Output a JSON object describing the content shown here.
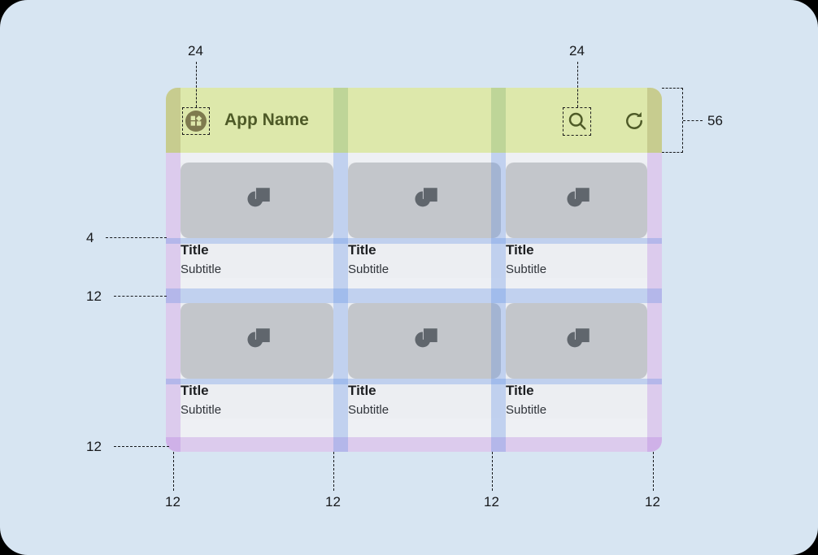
{
  "page": {
    "background": "#d7e5f2",
    "title": "Material grid spacing spec"
  },
  "appbar": {
    "background": "#dde8ab",
    "foreground": "#4e5a27",
    "title": "App Name",
    "menu_icon": "widgets-icon",
    "actions": [
      {
        "name": "search-icon",
        "label": "Search"
      },
      {
        "name": "refresh-icon",
        "label": "Refresh"
      }
    ]
  },
  "cards": [
    {
      "title": "Title",
      "subtitle": "Subtitle"
    },
    {
      "title": "Title",
      "subtitle": "Subtitle"
    },
    {
      "title": "Title",
      "subtitle": "Subtitle"
    },
    {
      "title": "Title",
      "subtitle": "Subtitle"
    },
    {
      "title": "Title",
      "subtitle": "Subtitle"
    },
    {
      "title": "Title",
      "subtitle": "Subtitle"
    }
  ],
  "annotations": {
    "menu_touch_target": "24",
    "search_touch_target": "24",
    "appbar_height": "56",
    "image_to_title_gap": "4",
    "row_gap": "12",
    "bottom_padding": "12",
    "gutter_left": "12",
    "gutter_mid_1": "12",
    "gutter_mid_2": "12",
    "gutter_right": "12"
  },
  "colors": {
    "padding_overlay": "#b278de",
    "gap_overlay": "#5a8ce6",
    "card_image": "#c3c6cb",
    "card_surface": "#eceef2",
    "annotation_text": "#16181b"
  }
}
